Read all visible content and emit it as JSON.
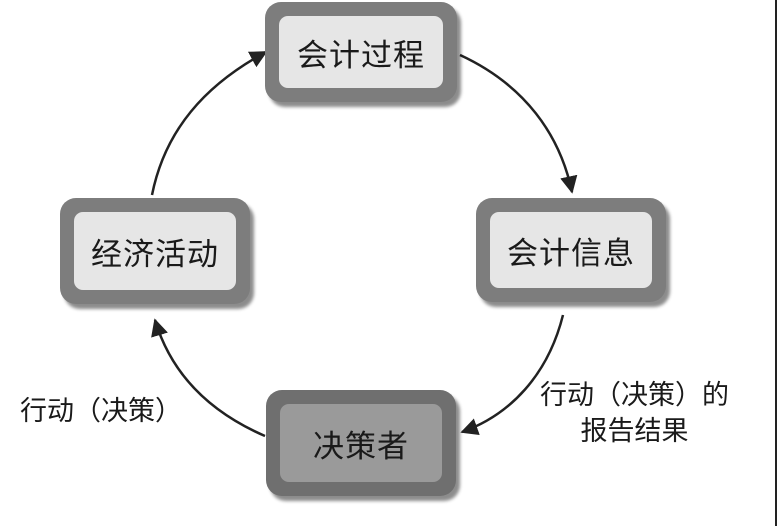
{
  "nodes": {
    "accounting_process": "会计过程",
    "accounting_info": "会计信息",
    "decision_maker": "决策者",
    "economic_activity": "经济活动"
  },
  "labels": {
    "action_left": "行动（决策）",
    "report_line1": "行动（决策）的",
    "report_line2": "报告结果"
  }
}
